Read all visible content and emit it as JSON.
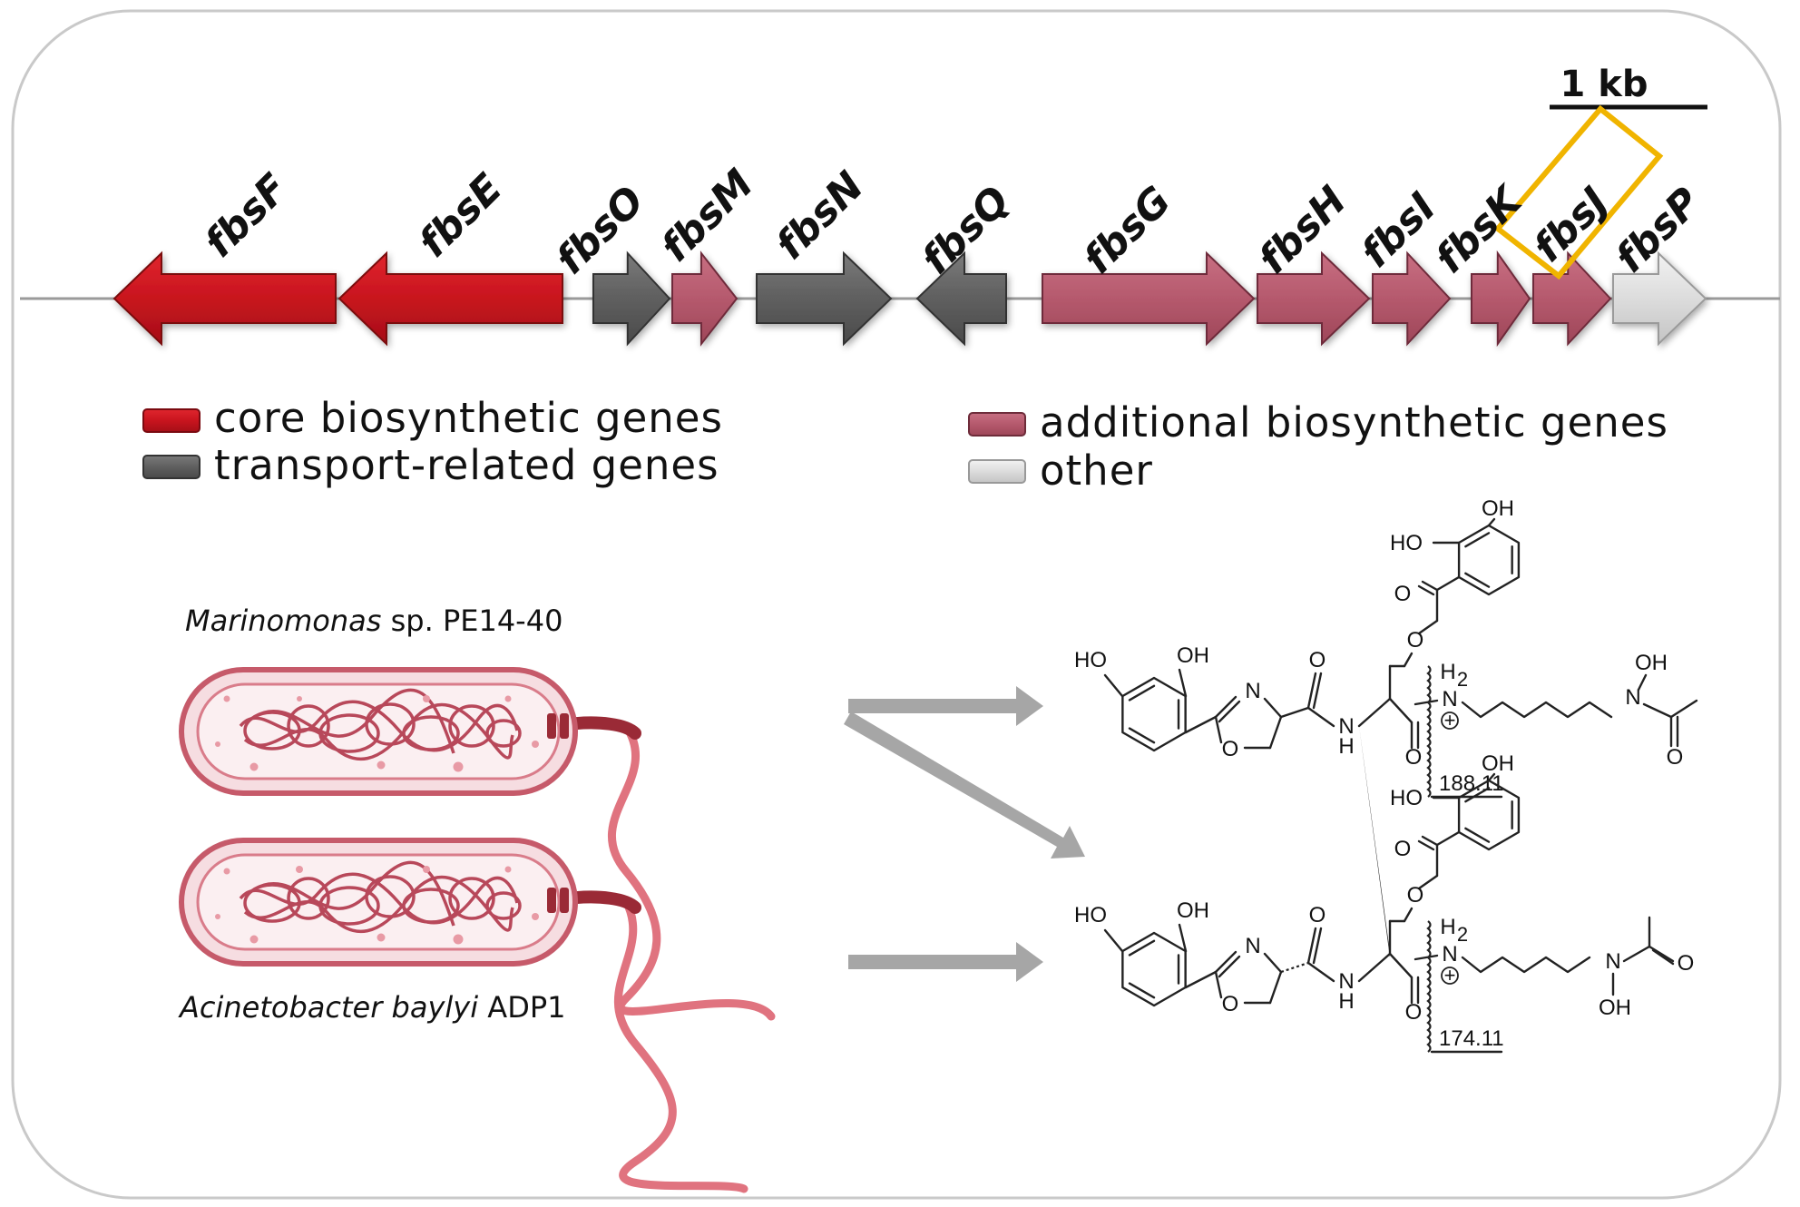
{
  "scale_bar": {
    "label": "1 kb"
  },
  "genes": [
    {
      "name": "fbsF",
      "category": "core",
      "direction": "left"
    },
    {
      "name": "fbsE",
      "category": "core",
      "direction": "left"
    },
    {
      "name": "fbsO",
      "category": "transport",
      "direction": "right"
    },
    {
      "name": "fbsM",
      "category": "additional",
      "direction": "right"
    },
    {
      "name": "fbsN",
      "category": "transport",
      "direction": "right"
    },
    {
      "name": "fbsQ",
      "category": "transport",
      "direction": "left"
    },
    {
      "name": "fbsG",
      "category": "additional",
      "direction": "right"
    },
    {
      "name": "fbsH",
      "category": "additional",
      "direction": "right"
    },
    {
      "name": "fbsI",
      "category": "additional",
      "direction": "right"
    },
    {
      "name": "fbsK",
      "category": "additional",
      "direction": "right"
    },
    {
      "name": "fbsJ",
      "category": "additional",
      "direction": "right",
      "highlighted": true
    },
    {
      "name": "fbsP",
      "category": "other",
      "direction": "right"
    }
  ],
  "legend": {
    "core": "core biosynthetic genes",
    "transport": "transport-related genes",
    "additional": "additional biosynthetic genes",
    "other": "other"
  },
  "colors": {
    "core": "#c8141e",
    "transport": "#5f5f5f",
    "additional": "#b5596d",
    "other": "#dcdcdc",
    "highlight": "#f0b400",
    "cell": "#e0737f",
    "arrow": "#a6a6a6"
  },
  "organisms": {
    "top_italic": "Marinomonas",
    "top_rest": " sp. PE14-40",
    "bottom_italic": "Acinetobacter baylyi",
    "bottom_rest": " ADP1"
  },
  "structures": {
    "top": {
      "labels": [
        "OH",
        "HO",
        "O",
        "HO",
        "OH",
        "O",
        "N",
        "O",
        "N",
        "H",
        "O",
        "H",
        "2",
        "N",
        "OH",
        "N",
        "O",
        "+"
      ],
      "fragment_mass": "188.11"
    },
    "bottom": {
      "labels": [
        "OH",
        "HO",
        "O",
        "HO",
        "OH",
        "O",
        "N",
        "O",
        "N",
        "H",
        "O",
        "H",
        "2",
        "N",
        "O",
        "N",
        "OH",
        "+"
      ],
      "fragment_mass": "174.11"
    }
  }
}
